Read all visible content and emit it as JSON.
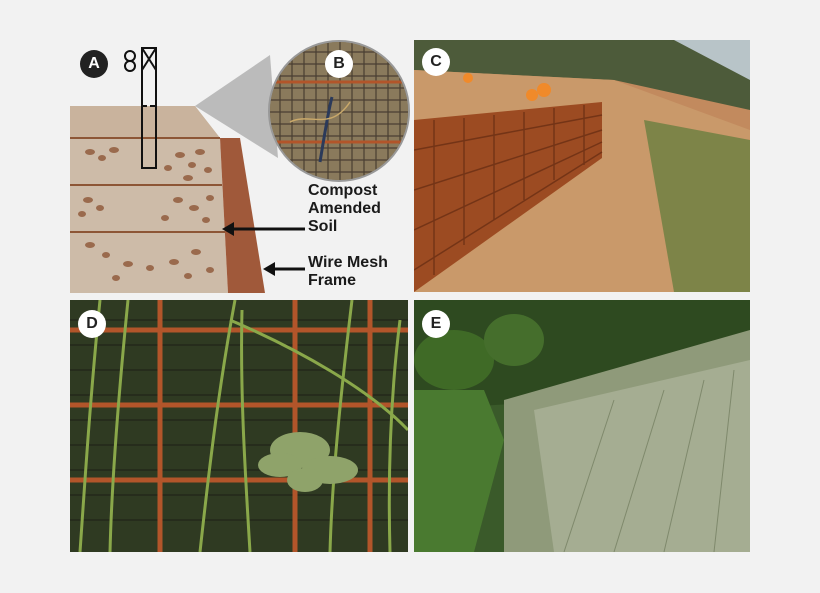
{
  "panels": {
    "a": {
      "badge": "A",
      "labels": {
        "soil": [
          "Compost",
          "Amended",
          "Soil"
        ],
        "frame": [
          "Wire Mesh",
          "Frame"
        ]
      }
    },
    "b": {
      "badge": "B"
    },
    "c": {
      "badge": "C"
    },
    "d": {
      "badge": "D"
    },
    "e": {
      "badge": "E"
    }
  },
  "colors": {
    "soil_layer": "#cdbba8",
    "soil_top": "#c9b39d",
    "mesh_frame": "#a0593a",
    "rust": "#b2552a",
    "badge_dark": "#222222",
    "badge_light": "#ffffff"
  }
}
